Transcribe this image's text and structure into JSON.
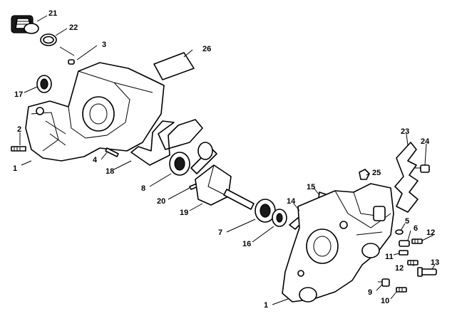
{
  "callouts": {
    "c21": "21",
    "c22": "22",
    "c3": "3",
    "c26": "26",
    "c17": "17",
    "c2": "2",
    "c1_left": "1",
    "c4": "4",
    "c18": "18",
    "c8": "8",
    "c20": "20",
    "c19": "19",
    "c7": "7",
    "c16": "16",
    "c14": "14",
    "c15": "15",
    "c25": "25",
    "c23": "23",
    "c24": "24",
    "c5": "5",
    "c6": "6",
    "c12_top": "12",
    "c11": "11",
    "c12_bottom": "12",
    "c13": "13",
    "c9": "9",
    "c10": "10",
    "c1_right": "1"
  }
}
